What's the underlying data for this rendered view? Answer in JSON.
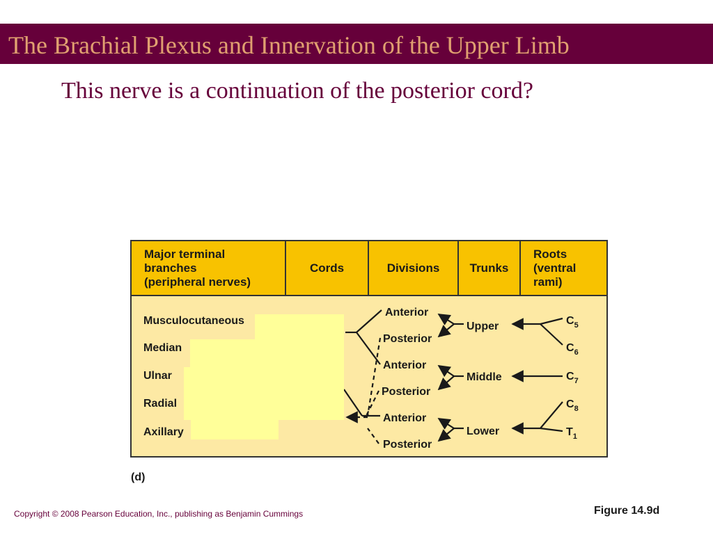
{
  "slide": {
    "title": "The Brachial Plexus and Innervation of the Upper Limb",
    "question": "This nerve is a continuation of the posterior cord?"
  },
  "table": {
    "headers": {
      "terminal": "Major terminal\nbranches\n(peripheral nerves)",
      "cords": "Cords",
      "divisions": "Divisions",
      "trunks": "Trunks",
      "roots": "Roots\n(ventral\nrami)"
    },
    "nerves": [
      "Musculocutaneous",
      "Median",
      "Ulnar",
      "Radial",
      "Axillary"
    ],
    "divisions": [
      "Anterior",
      "Posterior",
      "Anterior",
      "Posterior",
      "Anterior",
      "Posterior"
    ],
    "trunks": [
      "Upper",
      "Middle",
      "Lower"
    ],
    "roots": [
      {
        "letter": "C",
        "sub": "5"
      },
      {
        "letter": "C",
        "sub": "6"
      },
      {
        "letter": "C",
        "sub": "7"
      },
      {
        "letter": "C",
        "sub": "8"
      },
      {
        "letter": "T",
        "sub": "1"
      }
    ]
  },
  "figure_letter": "(d)",
  "copyright": "Copyright © 2008 Pearson Education, Inc., publishing as Benjamin Cummings",
  "figure_ref": "Figure 14.9d",
  "colors": {
    "title_bar": "#66003a",
    "title_text": "#e0a070",
    "header_fill": "#f8c200",
    "body_fill": "#fde9a4",
    "cover_fill": "#ffff99"
  }
}
